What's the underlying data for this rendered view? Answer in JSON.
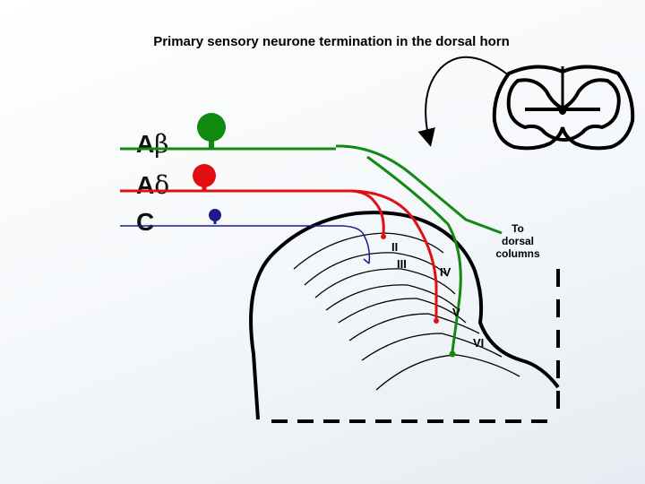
{
  "title": "Primary sensory neurone termination in the dorsal horn",
  "fibers": [
    {
      "prefix": "A",
      "greek": "β",
      "color": "#118a11"
    },
    {
      "prefix": "A",
      "greek": "δ",
      "color": "#e01010"
    },
    {
      "prefix": "C",
      "greek": "",
      "color": "#1a1a8c"
    }
  ],
  "laminae": [
    "II",
    "III",
    "IV",
    "V",
    "VI"
  ],
  "dorsal_columns": {
    "line1": "To",
    "line2": "dorsal",
    "line3": "columns"
  },
  "icons": [
    "spinal-cord-cross-section-icon",
    "curved-arrow-icon"
  ]
}
